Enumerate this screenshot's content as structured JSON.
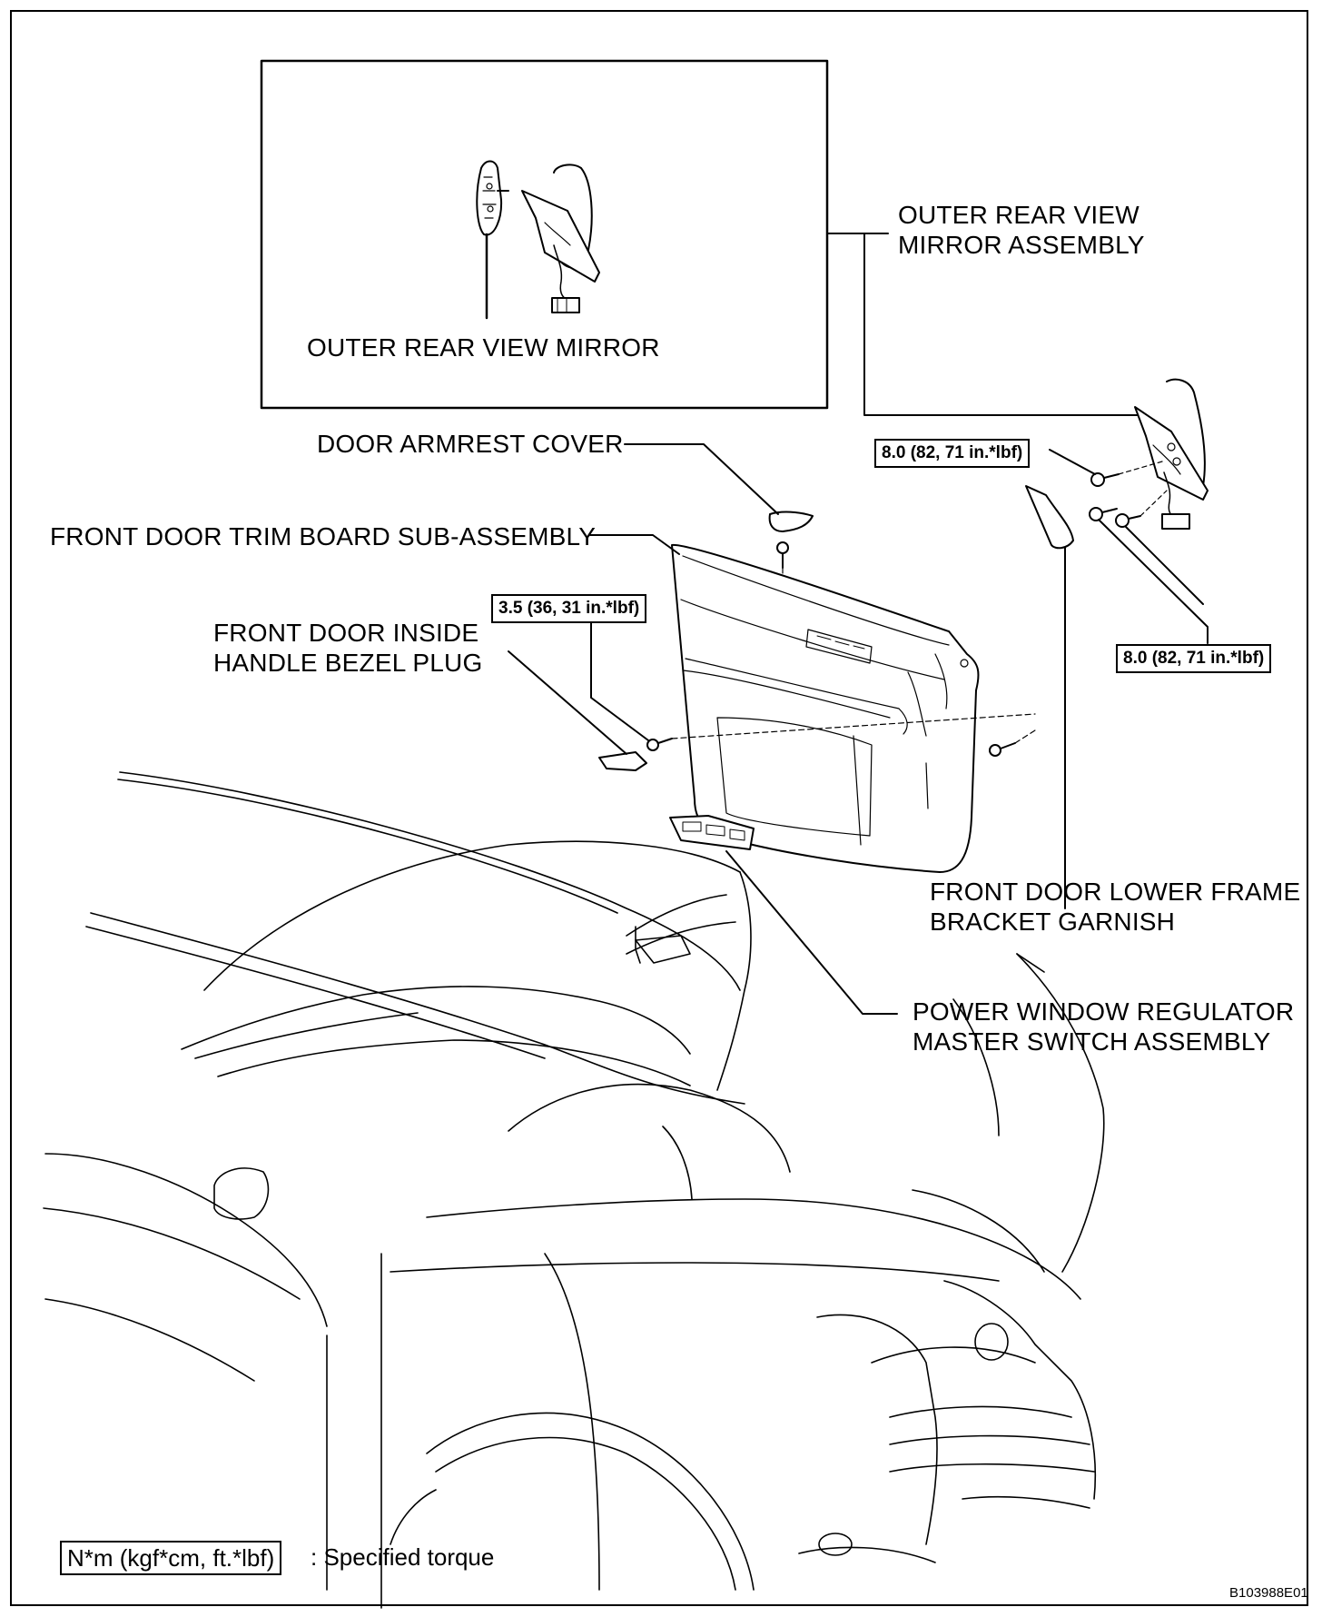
{
  "callouts": {
    "outer_mirror": "OUTER REAR VIEW MIRROR",
    "outer_mirror_assembly": [
      "OUTER REAR VIEW",
      "MIRROR ASSEMBLY"
    ],
    "armrest_cover": "DOOR ARMREST COVER",
    "trim_board": "FRONT DOOR TRIM BOARD SUB-ASSEMBLY",
    "handle_bezel_plug": [
      "FRONT DOOR INSIDE",
      "HANDLE BEZEL PLUG"
    ],
    "lower_frame_garnish": [
      "FRONT DOOR LOWER FRAME",
      "BRACKET GARNISH"
    ],
    "master_switch": [
      "POWER WINDOW REGULATOR",
      "MASTER SWITCH ASSEMBLY"
    ]
  },
  "torques": {
    "mirror_upper": "8.0 (82, 71 in.*lbf)",
    "mirror_lower": "8.0 (82, 71 in.*lbf)",
    "trim_screw": "3.5 (36, 31 in.*lbf)"
  },
  "legend": {
    "unit_box": "N*m (kgf*cm, ft.*lbf)",
    "meaning": ": Specified torque"
  },
  "figure_code": "B103988E01"
}
